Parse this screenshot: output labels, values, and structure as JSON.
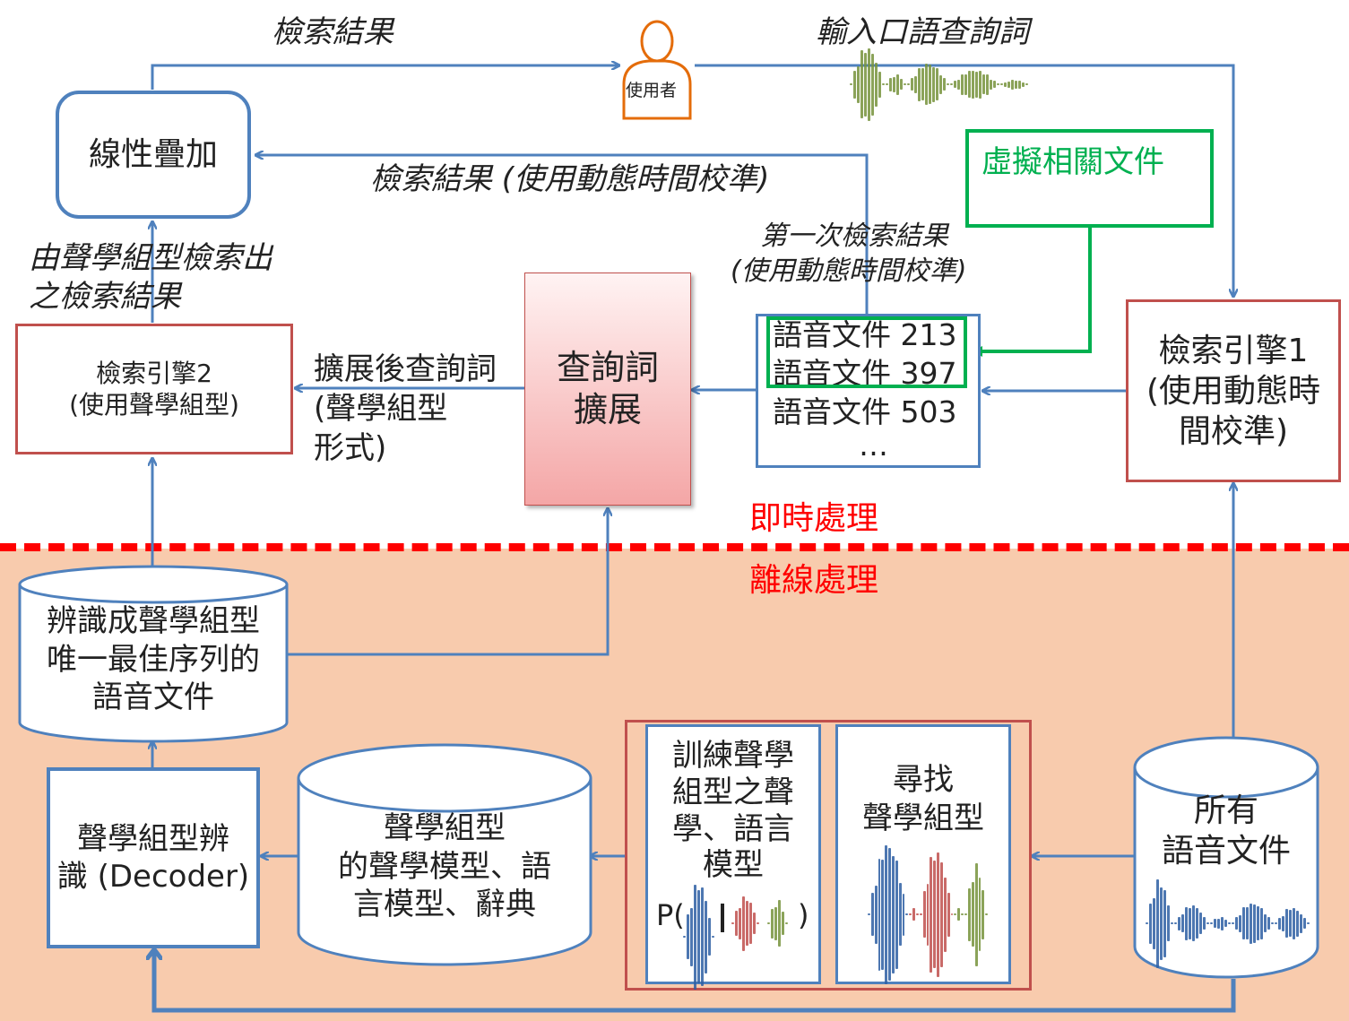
{
  "user": {
    "label": "使用者"
  },
  "labels": {
    "search_results_top": "檢索結果",
    "input_spoken_query": "輸入口語查詢詞",
    "search_results_dtw": "檢索結果 (使用動態時間校準)",
    "first_search_results_line1": "第一次檢索結果",
    "first_search_results_line2": "(使用動態時間校準)",
    "acoustic_pattern_results_line1": "由聲學組型檢索出",
    "acoustic_pattern_results_line2": "之檢索結果",
    "expanded_query_line1": "擴展後查詢詞",
    "expanded_query_line2": "(聲學組型",
    "expanded_query_line3": "形式)",
    "online_processing": "即時處理",
    "offline_processing": "離線處理"
  },
  "boxes": {
    "linear_combination": "線性疊加",
    "engine2_line1": "檢索引擎2",
    "engine2_line2": "(使用聲學組型)",
    "query_expansion_line1": "查詢詞",
    "query_expansion_line2": "擴展",
    "pseudo_relevant": "虛擬相關文件",
    "engine1_line1": "檢索引擎1",
    "engine1_line2": "(使用動態時",
    "engine1_line3": "間校準)",
    "decoder_line1": "聲學組型辨",
    "decoder_line2": "識 (Decoder)",
    "train_line1": "訓練聲學",
    "train_line2": "組型之聲",
    "train_line3": "學、語言",
    "train_line4": "模型",
    "find_line1": "尋找",
    "find_line2": "聲學組型",
    "prob_open": "P(",
    "prob_close": ")"
  },
  "doc_list": [
    "語音文件 213",
    "語音文件 397",
    "語音文件 503",
    "…"
  ],
  "cylinders": {
    "decoded_docs_line1": "辨識成聲學組型",
    "decoded_docs_line2": "唯一最佳序列的",
    "decoded_docs_line3": "語音文件",
    "models_line1": "聲學組型",
    "models_line2": "的聲學模型、語",
    "models_line3": "言模型、辭典",
    "all_docs_line1": "所有",
    "all_docs_line2": "語音文件"
  },
  "colors": {
    "arrow_blue": "#4f81bd",
    "box_red": "#c0504d",
    "pseudo_green": "#00b050",
    "online_red": "#ff0000",
    "offline_bg": "#f8cbad",
    "wave_green": "#77933c",
    "wave_blue": "#2e5fa3",
    "wave_red": "#c0504d"
  }
}
